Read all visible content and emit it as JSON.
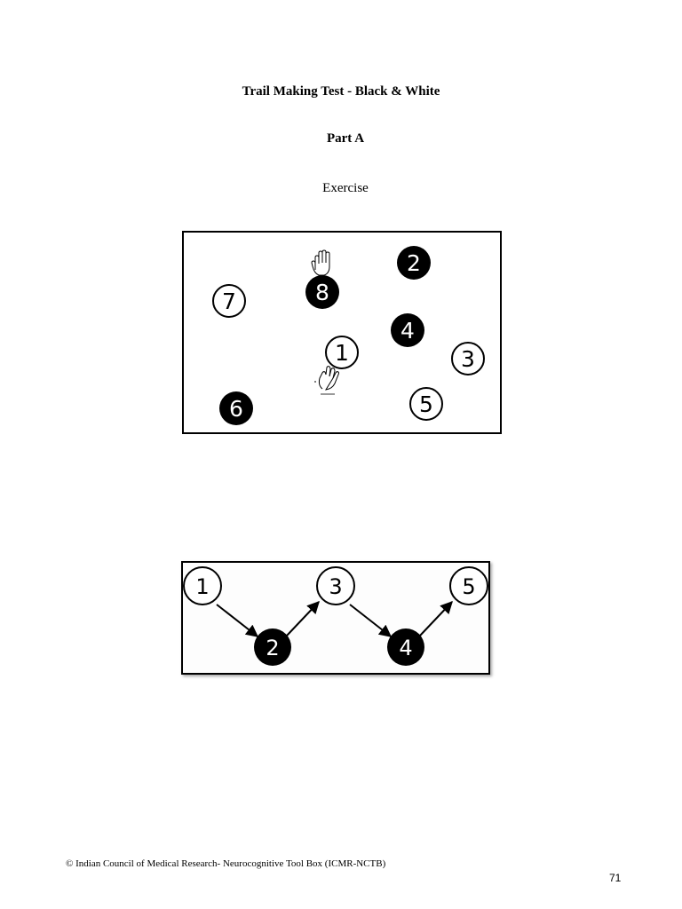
{
  "document": {
    "title": "Trail Making Test - Black & White",
    "part": "Part A",
    "subtitle": "Exercise"
  },
  "exercise": {
    "circles": [
      {
        "label": "2",
        "fill": "black"
      },
      {
        "label": "8",
        "fill": "black"
      },
      {
        "label": "7",
        "fill": "white"
      },
      {
        "label": "4",
        "fill": "black"
      },
      {
        "label": "1",
        "fill": "white"
      },
      {
        "label": "3",
        "fill": "white"
      },
      {
        "label": "5",
        "fill": "white"
      },
      {
        "label": "6",
        "fill": "black"
      }
    ],
    "icons": [
      "hand-end-icon",
      "hand-start-icon"
    ]
  },
  "sample": {
    "circles": [
      {
        "label": "1",
        "fill": "white"
      },
      {
        "label": "2",
        "fill": "black"
      },
      {
        "label": "3",
        "fill": "white"
      },
      {
        "label": "4",
        "fill": "black"
      },
      {
        "label": "5",
        "fill": "white"
      }
    ]
  },
  "footer": {
    "text": "© Indian Council of Medical Research- Neurocognitive Tool Box (ICMR-NCTB)",
    "page_number": "71"
  }
}
